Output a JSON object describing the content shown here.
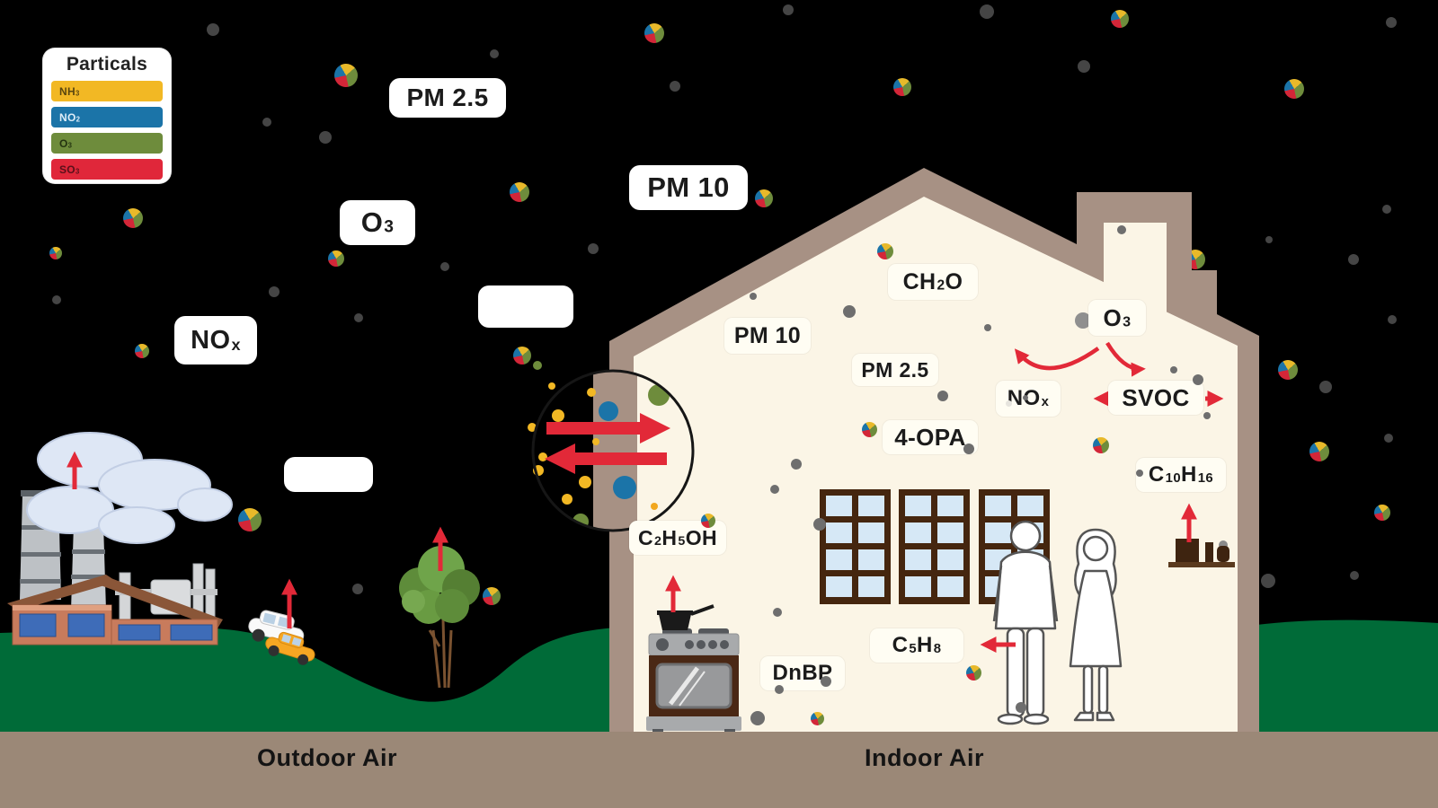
{
  "legend": {
    "title": "Particals",
    "items": [
      {
        "name": "nh3",
        "formula": [
          [
            "NH"
          ],
          [
            "3",
            "sub"
          ]
        ],
        "color": "#F2B824",
        "text_color": "#5A470F"
      },
      {
        "name": "no2",
        "formula": [
          [
            "NO"
          ],
          [
            "2",
            "sub"
          ]
        ],
        "color": "#1B74A8",
        "text_color": "#DDEDF8"
      },
      {
        "name": "o3",
        "formula": [
          [
            "O"
          ],
          [
            "3",
            "sub"
          ]
        ],
        "color": "#6E8C3C",
        "text_color": "#243410"
      },
      {
        "name": "so3",
        "formula": [
          [
            "SO"
          ],
          [
            "3",
            "sub"
          ]
        ],
        "color": "#E0273A",
        "text_color": "#59101A"
      }
    ]
  },
  "zones": {
    "outdoor": "Outdoor Air",
    "indoor": "Indoor Air"
  },
  "labels": {
    "pm25_outdoor": [
      [
        "PM 2.5"
      ]
    ],
    "o3_outdoor": [
      [
        "O"
      ],
      [
        "3",
        "sub"
      ]
    ],
    "pm10_outdoor": [
      [
        "PM 10"
      ]
    ],
    "nox_outdoor": [
      [
        "NO"
      ],
      [
        "x",
        "sub"
      ]
    ],
    "ch2o": [
      [
        "CH"
      ],
      [
        "2",
        "sub"
      ],
      [
        "O"
      ]
    ],
    "pm10_indoor": [
      [
        "PM 10"
      ]
    ],
    "pm25_indoor": [
      [
        "PM 2.5"
      ]
    ],
    "o3_indoor": [
      [
        "O"
      ],
      [
        "3",
        "sub"
      ]
    ],
    "nox_indoor": [
      [
        "NO"
      ],
      [
        "x",
        "sub"
      ]
    ],
    "svoc": [
      [
        "SVOC"
      ]
    ],
    "opa": [
      [
        "4-OPA"
      ]
    ],
    "c10h16": [
      [
        "C"
      ],
      [
        "10",
        "sub"
      ],
      [
        "H"
      ],
      [
        "16",
        "sub"
      ]
    ],
    "c2h5oh": [
      [
        "C"
      ],
      [
        "2",
        "sub"
      ],
      [
        "H"
      ],
      [
        "5",
        "sub"
      ],
      [
        "OH"
      ]
    ],
    "c5h8": [
      [
        "C"
      ],
      [
        "5",
        "sub"
      ],
      [
        "H"
      ],
      [
        "8",
        "sub"
      ]
    ],
    "dnbp": [
      [
        "DnBP"
      ]
    ]
  },
  "colors": {
    "sky": "#000000",
    "ground": "#006B38",
    "bottom_bar": "#9B8877",
    "house_structure": "#A79184",
    "house_interior": "#FBF5E6",
    "arrow_red": "#E22938",
    "window_frame": "#45260F",
    "window_pane": "#D6E8F6",
    "particle_nh3": "#F2B824",
    "particle_no2": "#1B74A8",
    "particle_o3": "#6E8C3C",
    "particle_so3": "#E0273A"
  },
  "particles": [
    [
      "sky",
      "pie",
      728,
      37,
      22
    ],
    [
      "sky",
      "pie",
      1246,
      21,
      20
    ],
    [
      "sky",
      "pie",
      1004,
      97,
      20
    ],
    [
      "sky",
      "pie",
      1440,
      99,
      22
    ],
    [
      "sky",
      "pie",
      385,
      84,
      26
    ],
    [
      "sky",
      "pie",
      148,
      243,
      22
    ],
    [
      "sky",
      "pie",
      62,
      282,
      14
    ],
    [
      "sky",
      "pie",
      374,
      288,
      18
    ],
    [
      "sky",
      "pie",
      578,
      214,
      22
    ],
    [
      "sky",
      "pie",
      850,
      221,
      20
    ],
    [
      "sky",
      "pie",
      1330,
      289,
      22
    ],
    [
      "sky",
      "pie",
      1433,
      412,
      22
    ],
    [
      "sky",
      "pie",
      158,
      391,
      16
    ],
    [
      "sky",
      "pie",
      581,
      396,
      20
    ],
    [
      "sky",
      "pie",
      1468,
      503,
      22
    ],
    [
      "sky",
      "pie",
      278,
      579,
      26
    ],
    [
      "sky",
      "pie",
      547,
      664,
      20
    ],
    [
      "sky",
      "pie",
      1538,
      571,
      18
    ],
    [
      "sky",
      "gray",
      237,
      33,
      14
    ],
    [
      "sky",
      "gray",
      877,
      11,
      12
    ],
    [
      "sky",
      "gray",
      1098,
      13,
      16
    ],
    [
      "sky",
      "gray",
      1206,
      74,
      14
    ],
    [
      "sky",
      "gray",
      1548,
      25,
      12
    ],
    [
      "sky",
      "gray",
      550,
      60,
      10
    ],
    [
      "sky",
      "gray",
      751,
      96,
      12
    ],
    [
      "sky",
      "gray",
      297,
      136,
      10
    ],
    [
      "sky",
      "gray",
      362,
      153,
      14
    ],
    [
      "sky",
      "gray",
      124,
      161,
      8
    ],
    [
      "sky",
      "gray",
      1543,
      233,
      10
    ],
    [
      "sky",
      "gray",
      660,
      277,
      12
    ],
    [
      "sky",
      "gray",
      63,
      334,
      10
    ],
    [
      "sky",
      "gray",
      305,
      325,
      12
    ],
    [
      "sky",
      "gray",
      399,
      354,
      10
    ],
    [
      "sky",
      "gray",
      495,
      297,
      10
    ],
    [
      "sky",
      "gray",
      1412,
      267,
      8
    ],
    [
      "sky",
      "gray",
      1506,
      289,
      12
    ],
    [
      "sky",
      "gray",
      1549,
      356,
      10
    ],
    [
      "sky",
      "gray",
      1475,
      431,
      14
    ],
    [
      "sky",
      "gray",
      1545,
      488,
      10
    ],
    [
      "sky",
      "gray",
      398,
      656,
      12
    ],
    [
      "sky",
      "gray",
      1411,
      647,
      16
    ],
    [
      "sky",
      "gray",
      1507,
      641,
      10
    ],
    [
      "sky",
      "gray",
      1471,
      710,
      10
    ],
    [
      "over",
      "pie",
      985,
      280,
      18
    ],
    [
      "over",
      "pie",
      967,
      478,
      17
    ],
    [
      "over",
      "pie",
      1225,
      496,
      18
    ],
    [
      "over",
      "pie",
      788,
      580,
      16
    ],
    [
      "over",
      "pie",
      1083,
      749,
      17
    ],
    [
      "over",
      "pie",
      909,
      800,
      15
    ],
    [
      "over",
      "igray",
      838,
      330,
      8
    ],
    [
      "over",
      "igray",
      945,
      347,
      14
    ],
    [
      "over",
      "igray",
      1099,
      365,
      8
    ],
    [
      "over",
      "igray",
      1049,
      441,
      12
    ],
    [
      "over",
      "igray",
      1141,
      443,
      6
    ],
    [
      "over",
      "igray",
      1333,
      423,
      12
    ],
    [
      "over",
      "igray",
      1306,
      412,
      8
    ],
    [
      "over",
      "igray",
      1268,
      527,
      8
    ],
    [
      "over",
      "igray",
      886,
      517,
      12
    ],
    [
      "over",
      "igray",
      862,
      545,
      10
    ],
    [
      "over",
      "igray",
      912,
      584,
      14
    ],
    [
      "over",
      "igray",
      1078,
      500,
      12
    ],
    [
      "over",
      "igray",
      1343,
      463,
      8
    ],
    [
      "over",
      "igray",
      867,
      768,
      10
    ],
    [
      "over",
      "igray",
      919,
      759,
      12
    ],
    [
      "over",
      "igray",
      1136,
      788,
      12
    ],
    [
      "over",
      "igray",
      843,
      800,
      16
    ],
    [
      "over",
      "igray",
      865,
      682,
      10
    ],
    [
      "over",
      "igray",
      1248,
      256,
      10
    ],
    [
      "over",
      "ltgray",
      1122,
      449,
      7
    ]
  ]
}
